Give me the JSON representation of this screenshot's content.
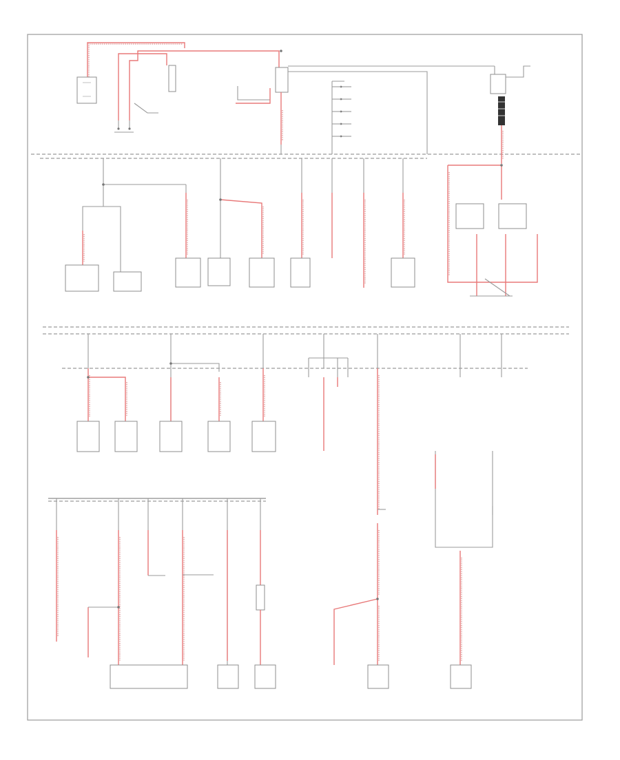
{
  "diagram": {
    "title": "",
    "footer_code": "",
    "legend": [],
    "colors": {
      "frame": "#9a9a9a",
      "power_wire": "#e87878",
      "wire_tracer": "#c86060",
      "ground_wire": "#9a9a9a",
      "connector": "#333333",
      "background": "#ffffff"
    },
    "components": [
      {
        "id": "starter"
      },
      {
        "id": "generator"
      },
      {
        "id": "ignition-switch"
      },
      {
        "id": "underhood-fuse-block"
      },
      {
        "id": "battery"
      },
      {
        "id": "trans-control-module-1"
      },
      {
        "id": "trans-control-module-2"
      },
      {
        "id": "powertrain-module"
      },
      {
        "id": "abs-module"
      },
      {
        "id": "engine-control-module"
      },
      {
        "id": "fuel-pump-module"
      },
      {
        "id": "horn-relay-module"
      },
      {
        "id": "fuel-injector-module"
      },
      {
        "id": "heated-seat-module-left"
      },
      {
        "id": "heated-seat-module-right"
      },
      {
        "id": "instrument-cluster"
      },
      {
        "id": "body-control-module"
      },
      {
        "id": "hvac-control-module"
      },
      {
        "id": "radio-module"
      },
      {
        "id": "data-link-connector"
      },
      {
        "id": "electrical-center"
      },
      {
        "id": "brake-module"
      },
      {
        "id": "blower-module"
      },
      {
        "id": "wiper-module"
      },
      {
        "id": "rear-fuse-block"
      },
      {
        "id": "lamp-module"
      }
    ]
  }
}
